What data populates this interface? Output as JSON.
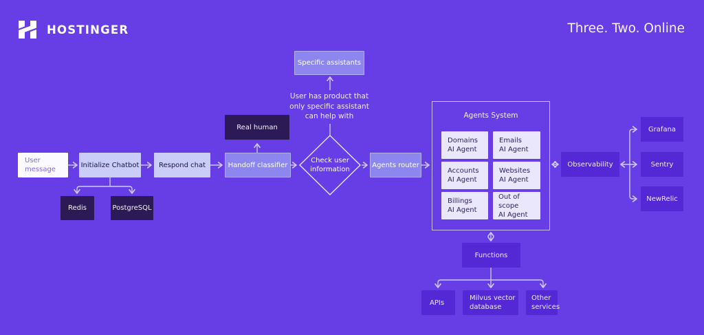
{
  "header": {
    "brand": "HOSTINGER",
    "tagline": "Three. Two. Online",
    "logo_icon": "hostinger-h-logo"
  },
  "colors": {
    "background": "#673de6",
    "box_white": "#fbfafe",
    "box_light": "#c9cdf8",
    "box_dark": "#2b1a55",
    "box_medium": "#8d86ef",
    "box_deep": "#5428d5",
    "box_agent": "#eae7fc",
    "connector": "#cfc9f6",
    "panel_border": "#ece9ff",
    "text_on_light": "#1b1244",
    "text_on_white": "#8468ea",
    "text_on_agent": "#30205f"
  },
  "diagram": {
    "nodes": {
      "user_message": "User\nmessage",
      "initialize_chatbot": "Initialize Chatbot",
      "respond_chat": "Respond chat",
      "redis": "Redis",
      "postgresql": "PostgreSQL",
      "real_human": "Real human",
      "handoff_classifier": "Handoff classifier",
      "specific_assistants": "Specific assistants",
      "check_user_information": "Check user\ninformation",
      "agents_router": "Agents router",
      "observability": "Observability",
      "grafana": "Grafana",
      "sentry": "Sentry",
      "newrelic": "NewRelic",
      "functions": "Functions",
      "apis": "APIs",
      "milvus_vector_database": "Milvus vector\ndatabase",
      "other_services": "Other\nservices"
    },
    "annotation": "User has product that\nonly specific assistant\ncan help with",
    "agents_system": {
      "title": "Agents System",
      "agents": [
        {
          "label": "Domains\nAI Agent"
        },
        {
          "label": "Emails\nAI Agent"
        },
        {
          "label": "Accounts\nAI Agent"
        },
        {
          "label": "Websites\nAI Agent"
        },
        {
          "label": "Billings\nAI Agent"
        },
        {
          "label": "Out of scope\nAI Agent"
        }
      ]
    }
  }
}
